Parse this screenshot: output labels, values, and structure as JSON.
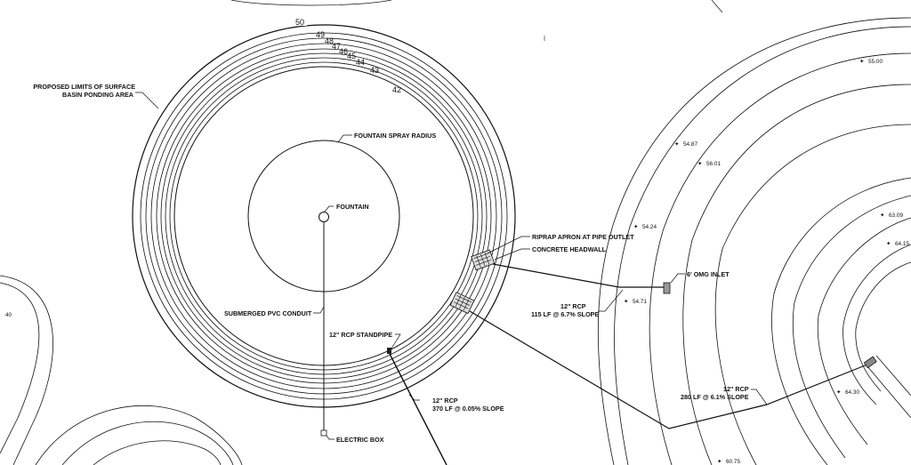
{
  "labels": {
    "basin_limits": "PROPOSED LIMITS OF SURFACE",
    "basin_limits_2": "BASIN PONDING AREA",
    "fountain_spray_radius": "FOUNTAIN SPRAY RADIUS",
    "fountain": "FOUNTAIN",
    "riprap_apron": "RIPRAP APRON AT PIPE OUTLET",
    "concrete_headwall": "CONCRETE HEADWALL",
    "omg_inlet": "6' OMG INLET",
    "rcp_12_a": "12\" RCP",
    "rcp_115": "115 LF @ 6.7% SLOPE",
    "submerged_pvc": "SUBMERGED PVC CONDUIT",
    "standpipe": "12\" RCP STANDPIPE",
    "rcp_12_b": "12\" RCP",
    "rcp_370": "370 LF @ 0.05% SLOPE",
    "rcp_12_c": "12\" RCP",
    "rcp_280": "280 LF @ 6.1% SLOPE",
    "electric_box": "ELECTRIC BOX"
  },
  "contours": [
    "50",
    "49",
    "48",
    "47",
    "46",
    "45",
    "44",
    "43",
    "42"
  ],
  "edge_label": "40",
  "spot_elevations": [
    "55.00",
    "54.87",
    "56.01",
    "54.24",
    "54.71",
    "63.09",
    "64.15",
    "64.30",
    "60.75"
  ]
}
